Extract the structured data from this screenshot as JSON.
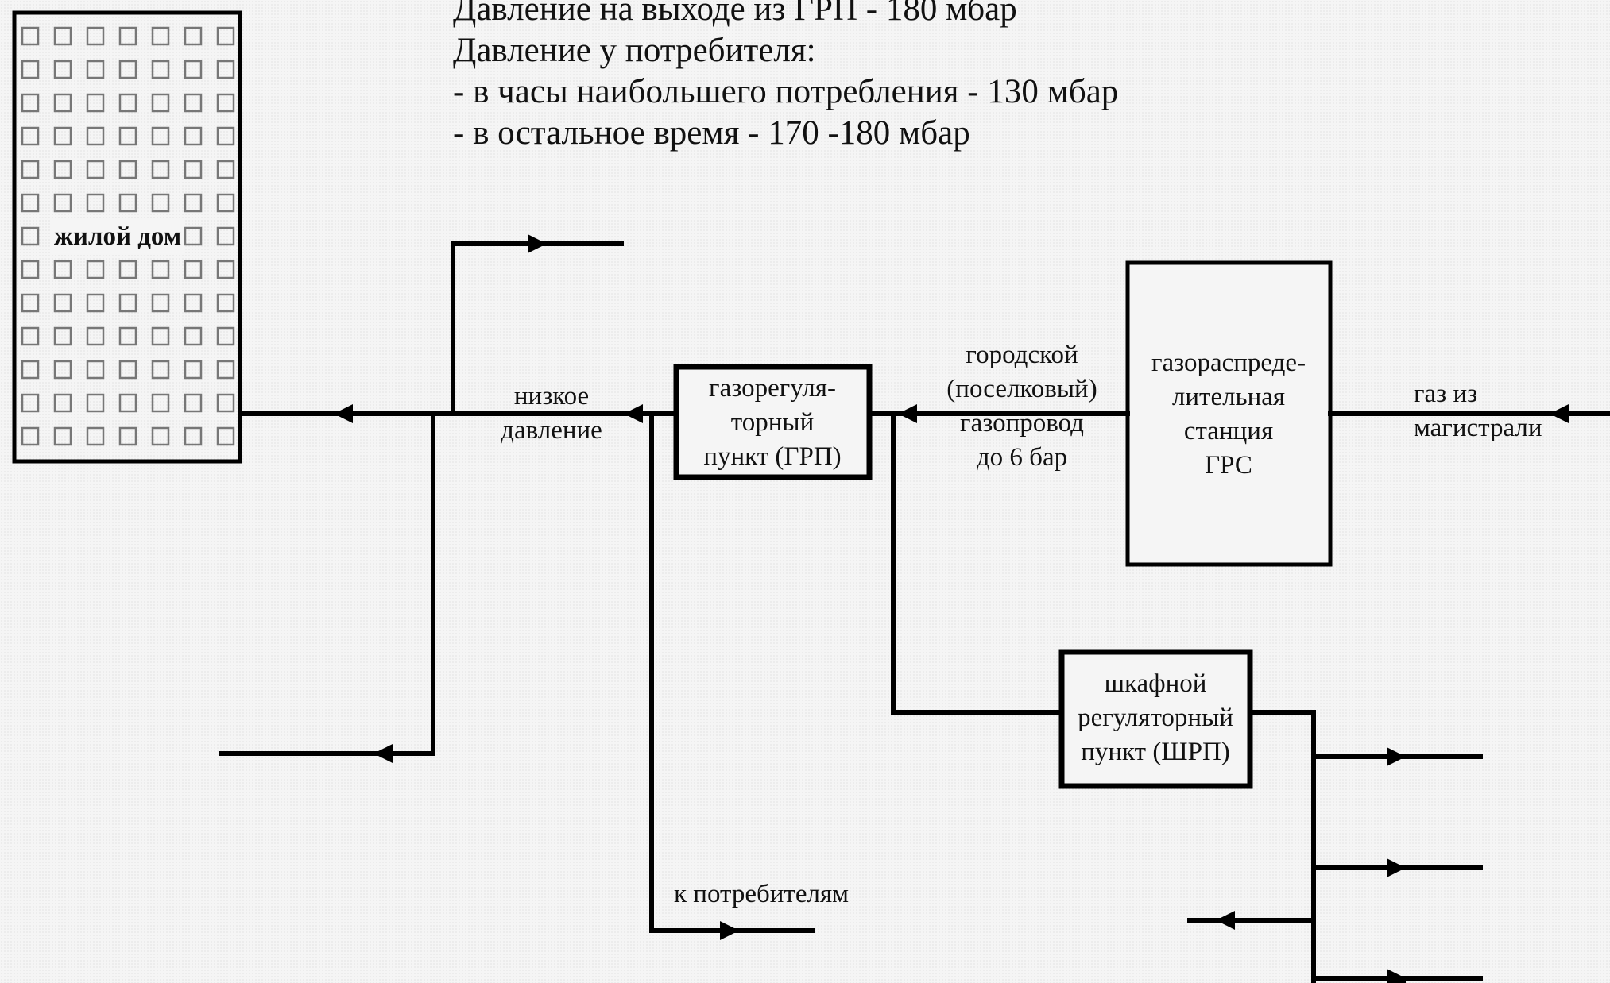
{
  "header": {
    "line1": "Давление на выходе из ГРП - 180 мбар",
    "line2": "Давление у потребителя:",
    "line3": "- в часы наибольшего потребления - 130 мбар",
    "line4": "- в остальное время - 170 -180 мбар"
  },
  "labels": {
    "house": "жилой дом",
    "low_pressure_1": "низкое",
    "low_pressure_2": "давление",
    "grp_1": "газорегуля-",
    "grp_2": "торный",
    "grp_3": "пункт (ГРП)",
    "city_1": "городской",
    "city_2": "(поселковый)",
    "city_3": "газопровод",
    "city_4": "до 6 бар",
    "grs_1": "газораспреде-",
    "grs_2": "лительная",
    "grs_3": "станция",
    "grs_4": "ГРС",
    "main_1": "газ из",
    "main_2": "магистрали",
    "shrp_1": "шкафной",
    "shrp_2": "регуляторный",
    "shrp_3": "пункт (ШРП)",
    "consumers": "к потребителям"
  },
  "colors": {
    "line": "#000000",
    "background": "#f5f5f5"
  }
}
